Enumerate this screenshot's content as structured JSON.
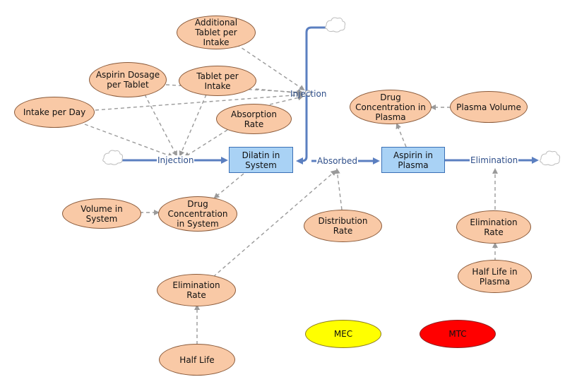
{
  "colors": {
    "variable_fill": "#f9c9a6",
    "variable_border": "#8a5a3a",
    "stock_fill": "#a9d2f5",
    "stock_border": "#3a6fb5",
    "flow_pipe": "#5b7fc0",
    "connector": "#9a9a9a",
    "mec_fill": "#ffff00",
    "mtc_fill": "#ff0000"
  },
  "stocks": {
    "dilatin": "Dilatin in System",
    "aspirin": "Aspirin in Plasma"
  },
  "flows": {
    "injection_in": "Injection",
    "injection_top": "Injection",
    "absorbed": "Absorbed",
    "elimination": "Elimination"
  },
  "variables": {
    "additional_tablet": "Additional Tablet per Intake",
    "aspirin_dosage": "Aspirin Dosage per Tablet",
    "tablet_per_intake": "Tablet per Intake",
    "intake_per_day": "Intake per Day",
    "absorption_rate": "Absorption Rate",
    "drug_conc_plasma": "Drug Concentration in Plasma",
    "plasma_volume": "Plasma Volume",
    "volume_in_system": "Volume in System",
    "drug_conc_system": "Drug Concentration in System",
    "distribution_rate": "Distribution Rate",
    "elimination_rate_right": "Elimination Rate",
    "half_life_plasma": "Half Life in Plasma",
    "elimination_rate_left": "Elimination Rate",
    "half_life": "Half Life",
    "mec": "MEC",
    "mtc": "MTC"
  },
  "icons": {
    "source_cloud": "cloud-icon",
    "sink_cloud": "cloud-icon",
    "top_cloud": "cloud-icon"
  }
}
